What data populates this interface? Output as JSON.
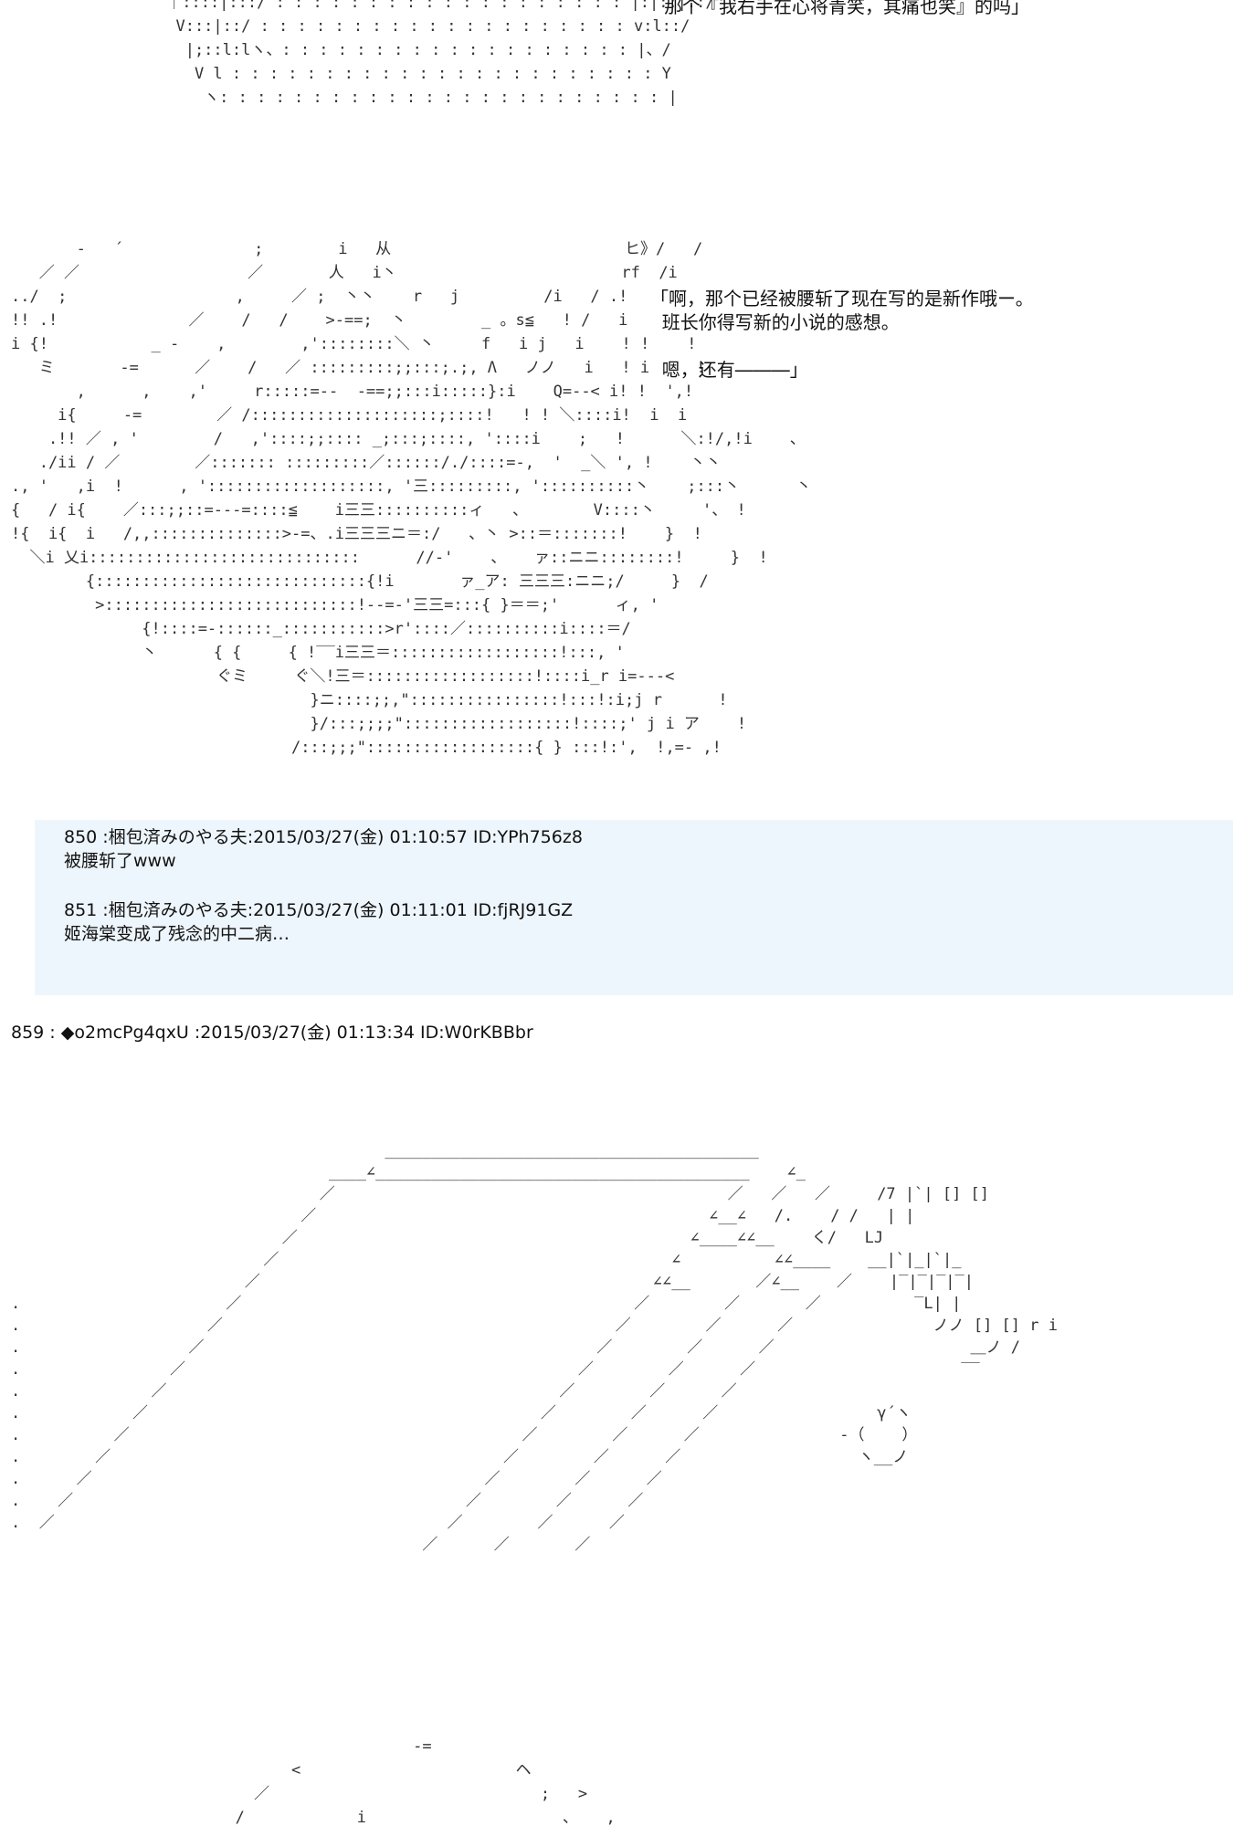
{
  "top_art": " ｜::::|:::/ : : : : : : : : : : : : : : : : : : : |:|::|::/\n  V:::|::/ : : : : : : : : : : : : : : : : : : : : v:l::/\n   |;::l:lヽ、: : : : : : : : : : : : : : : : : : : |、/\n    V l : : : : : : : : : : : : : : : : : : : : : : : Y\n     ヽ: : : : : : : : : : : : : : : : : : : : : : : : |",
  "top_caption": "那个『我右手在心将青笑，其痛也笑』的吗」",
  "mid_art": "       ‐   ´              ;        i   从                         ヒ》/   /\n   ／ ／                  ／       人   i丶                        rf  /i\n../  ;                  ,     ／ ;  丶丶    r   j         /i   / .!\n!! .!              ／    /   /    >‐==;  丶        _ 。s≦   ! /   i\ni {!           _ ‐    ,        ,'::::::::＼ 丶     f   i j   i    ! !    !\n   ミ       ‐=      ／    /   ／ :::::::::;;:::;.;, Λ   ノノ   i   ! i     !\n       ,      ,    ,'     r:::::=‐‐  ‐==;;:::i:::::}:i    Q=‐-< i! !  ',!\n     i{     ‐=        ／ /::::::::::::::::::::;::::!   ! ! ＼::::i!  i  i\n    .!! ／ , '        /   ,'::::;;:::: _;:::;::::, '::::i    ;   !      ＼:!/,!i    、\n   ./ii / ／        ／::::::: :::::::::／::::::/./::::=‐,  '  _＼ ', !    丶丶\n., '   ,i  !      , ':::::::::::::::::::, '三:::::::::, '::::::::::丶    ;:::丶      丶\n{   / i{    ／:::;;::=‐‐‐=::::≦    i三三::::::::::ィ   、       V::::丶     '、 !\n!{  i{  i   /,,::::::::::::::>‐=、.i三三三ニ＝:/   、丶 >::＝:::::::!    }  !\n  ＼i 乂i:::::::::::::::::::::::::::::      //‐'    、   ァ::ニニ::::::::!     }  !\n        {:::::::::::::::::::::::::::::{!i       ァ_ア: 三三三:ニニ;/     }  /\n         >:::::::::::::::::::::::::::!‐‐=‐'三三=:::{ }＝＝;'      ィ, '\n              {!::::=‐::::::_:::::::::::>r'::::／::::::::::i::::＝/\n              丶      { {     { !‾‾i三三＝::::::::::::::::::!:::, '\n                      ぐミ     ぐ＼!三＝::::::::::::::::::!::::i_r i=‐‐‐<\n                                }ニ::::;;,\"::::::::::::::::!:::!:i;j r      !\n                                }/:::;;;;\"::::::::::::::::::!::::;' j i ア    !\n                              /:::;;;\"::::::::::::::::::{ } :::!:',  !,=‐ ,!",
  "mid_caption": "「啊，那个已经被腰斩了现在写的是新作哦ー。\n  班长你得写新的小说的感想。\n\n  嗯，还有―――」",
  "replies": [
    {
      "header": "850 :梱包済みのやる夫:2015/03/27(金) 01:10:57 ID:YPh756z8",
      "body": "被腰斩了www"
    },
    {
      "header": "851 :梱包済みのやる夫:2015/03/27(金) 01:11:01 ID:fjRJ91GZ",
      "body": "姬海棠变成了残念的中二病…"
    }
  ],
  "post_header": "859 : ◆o2mcPg4qxU :2015/03/27(金) 01:13:34 ID:W0rKBBbr",
  "bottom_art": "                                        ________________________________________\n                                  ____∠________________________________________    ∠_\n                                 ／                                          ／   ／   ／     /7 |`| [] []\n                               ／                                          ∠__∠   /.    / /   | |\n                             ／                                          ∠____∠∠__    く/   LJ\n                           ／                                          ∠          ∠∠____    __|`|_|`|_\n                         ／                                          ∠∠__       ／∠__    ／    |‾|‾|‾|‾|\n.                      ／                                          ／        ／       ／          ‾L| |\n.                    ／                                          ／        ／      ／               ノノ [] [] r i\n.                  ／                                          ／        ／      ／                     ＿ノ /\n.                ／                                          ／        ／      ／                      ‾‾\n.              ／                                          ／        ／      ／\n.            ／                                          ／        ／      ／                 γ´ヽ\n.          ／                                          ／        ／      ／               ‐（    ）\n.        ／                                          ／        ／      ／                   ヽ__ノ\n.      ／                                          ／        ／      ／\n.    ／                                          ／        ／      ／\n.  ／                                          ／        ／      ／\n                                            ／      ／       ／",
  "bottom_art2": "                                           ‐=\n                              <                       ヘ\n                          ／                             ;   >\n                        /            i                     、   ,"
}
